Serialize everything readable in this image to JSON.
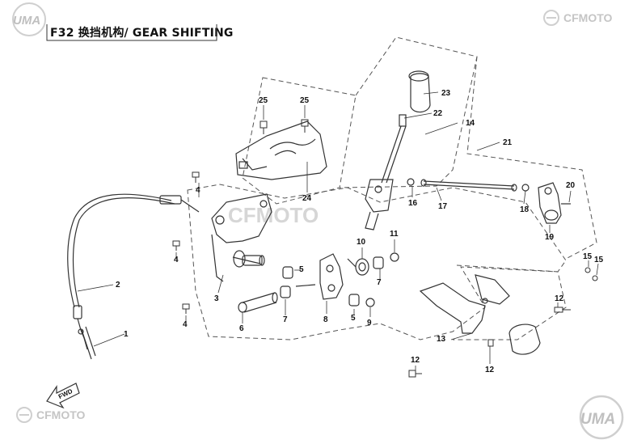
{
  "header": {
    "title": "F32 换挡机构/ GEAR SHIFTING"
  },
  "logos": {
    "top_left": "UMA",
    "top_right": "CFMOTO",
    "bottom_left": "CFMOTO",
    "bottom_right": "UMA",
    "watermark": "CFMOTO"
  },
  "fwd_label": "FWD",
  "callouts": [
    "1",
    "2",
    "3",
    "4",
    "4",
    "4",
    "5",
    "5",
    "6",
    "7",
    "7",
    "8",
    "9",
    "10",
    "11",
    "12",
    "12",
    "12",
    "13",
    "14",
    "15",
    "15",
    "16",
    "17",
    "18",
    "19",
    "20",
    "21",
    "22",
    "23",
    "24",
    "25",
    "25"
  ],
  "colors": {
    "line": "#333333",
    "dashed": "#555555",
    "logo": "#c9c9c9"
  }
}
